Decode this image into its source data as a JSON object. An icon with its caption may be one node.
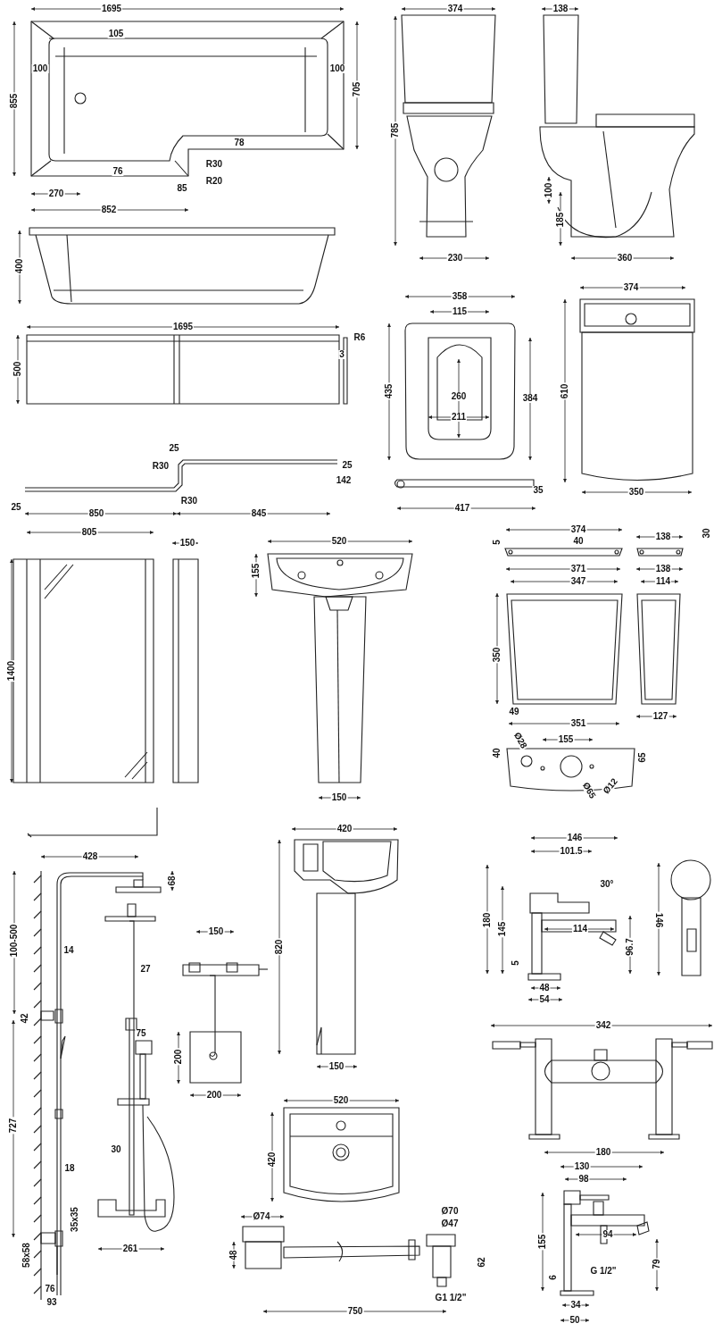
{
  "diagram": {
    "labels": [
      "1695",
      "105",
      "100",
      "100",
      "855",
      "705",
      "78",
      "R30",
      "76",
      "R20",
      "85",
      "270",
      "852",
      "400",
      "1695",
      "R6",
      "3",
      "500",
      "25",
      "R30",
      "25",
      "142",
      "25",
      "R30",
      "850",
      "845",
      "374",
      "785",
      "230",
      "138",
      "100",
      "185",
      "360",
      "358",
      "115",
      "435",
      "260",
      "384",
      "211",
      "35",
      "417",
      "374",
      "610",
      "350",
      "805",
      "150",
      "1400",
      "520",
      "155",
      "150",
      "374",
      "5",
      "40",
      "138",
      "30",
      "371",
      "138",
      "347",
      "114",
      "350",
      "49",
      "127",
      "351",
      "Ø28",
      "155",
      "40",
      "65",
      "Ø65",
      "Ø12",
      "428",
      "68",
      "100-500",
      "14",
      "27",
      "150",
      "42",
      "75",
      "200",
      "200",
      "30",
      "727",
      "18",
      "35x35",
      "261",
      "58x58",
      "76",
      "93",
      "420",
      "820",
      "150",
      "520",
      "420",
      "Ø74",
      "Ø70",
      "Ø47",
      "48",
      "62",
      "G1 1/2\"",
      "750",
      "146",
      "101.5",
      "30°",
      "180",
      "145",
      "114",
      "96.7",
      "5",
      "48",
      "54",
      "146",
      "342",
      "180",
      "130",
      "98",
      "155",
      "94",
      "79",
      "G 1/2\"",
      "6",
      "34",
      "50"
    ]
  }
}
